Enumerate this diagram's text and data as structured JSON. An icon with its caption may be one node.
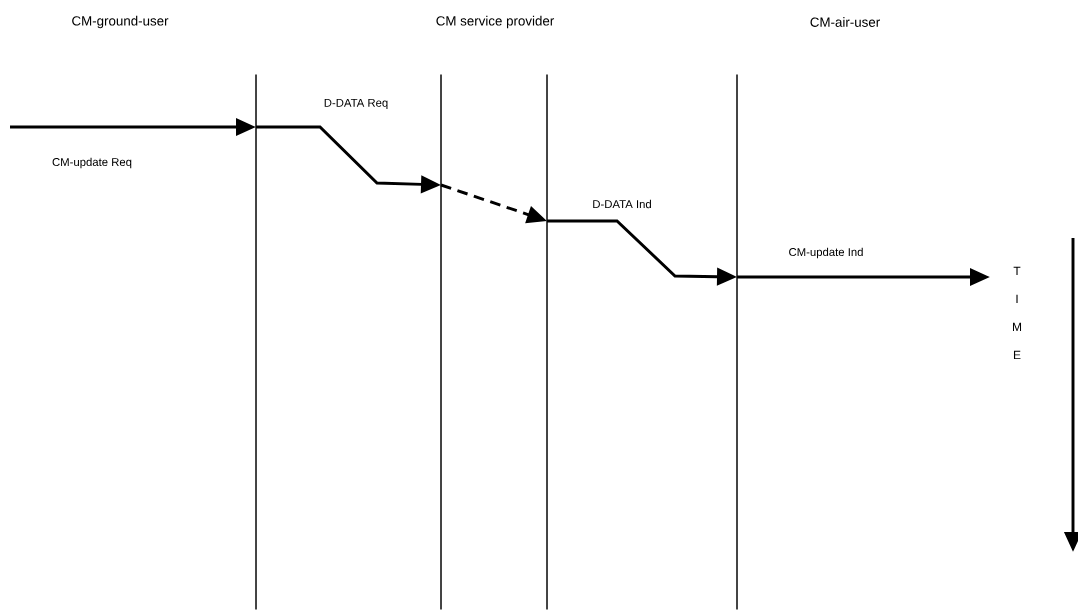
{
  "diagram": {
    "nodes": [
      {
        "text": [],
        "shape": "line"
      },
      {
        "text": [],
        "shape": "line"
      },
      {
        "text": [],
        "shape": "line"
      },
      {
        "text": [],
        "shape": "line"
      }
    ],
    "edges": [
      {
        "from": null,
        "to": 0,
        "arrow": "to",
        "label": "CM-update Req"
      },
      {
        "from": 0,
        "to": 1,
        "arrow": "to",
        "label": "D-DATA Req"
      },
      {
        "from": 1,
        "to": 2,
        "arrow": "to",
        "style": "dashed"
      },
      {
        "from": 2,
        "to": 3,
        "arrow": "to",
        "label": "D-DATA Ind"
      },
      {
        "from": 3,
        "to": null,
        "arrow": "to",
        "label": "CM-update Ind"
      }
    ],
    "labels": [
      "CM-ground-user",
      "CM service provider",
      "CM-air-user",
      "T",
      "I",
      "M",
      "E"
    ]
  }
}
